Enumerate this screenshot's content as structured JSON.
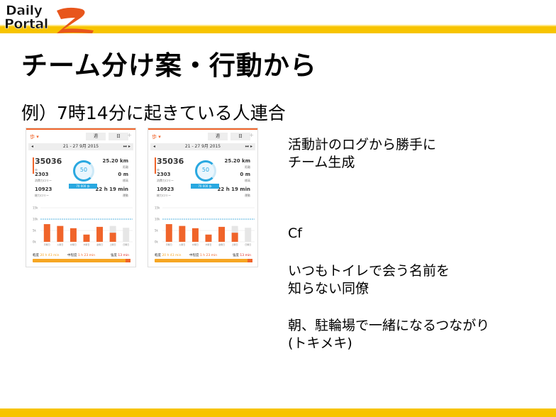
{
  "logo": {
    "line1": "Daily",
    "line2": "Portal",
    "mark": "Z"
  },
  "title": "チーム分け案・行動から",
  "subtitle": "例）7時14分に起きている人連合",
  "right_text": {
    "p1": [
      "活動計のログから勝手に",
      "チーム生成"
    ],
    "cf": "Cf",
    "p2": [
      "いつもトイレで会う名前を",
      "知らない同僚"
    ],
    "p3": [
      "朝、駐輪場で一緒になるつながり",
      "(トキメキ)"
    ]
  },
  "phone": {
    "header": "歩 ▾",
    "week_btn": "週",
    "day_btn": "日",
    "plus": "+",
    "date": "21 - 27 9月 2015",
    "prev": "◂",
    "next": "⏭ ▸",
    "steps": "35036",
    "steps_label": "歩",
    "calories_burned": "2303",
    "calories_burned_label": "消費カロリー",
    "calories_total": "10923",
    "calories_total_label": "総カロリー",
    "distance": "25.20 km",
    "distance_label": "距離",
    "elevation": "0 m",
    "elevation_label": "標高",
    "activity_time": "22 h 19 min",
    "activity_time_label": "運動",
    "percent": "50",
    "percent_unit": "%",
    "goal": "70 000 歩",
    "activity": {
      "light_label": "軽度",
      "light": "20 h 43 min",
      "moderate_label": "中程度",
      "moderate": "1 h 23 min",
      "intense_label": "強度",
      "intense": "13 min"
    },
    "colors": {
      "accent": "#f0642a",
      "blue": "#29a8e0",
      "light": "#f6a623"
    }
  },
  "chart_data": {
    "type": "bar",
    "categories": [
      "月曜日",
      "火曜日",
      "水曜日",
      "木曜日",
      "金曜日",
      "土曜日",
      "日曜日"
    ],
    "values": [
      7800,
      7000,
      6000,
      3200,
      6600,
      4000,
      null
    ],
    "background_values": [
      null,
      null,
      null,
      null,
      null,
      7000,
      6200
    ],
    "goal": 10000,
    "yticks": [
      "0k",
      "5k",
      "10k",
      "15k"
    ],
    "ylim": [
      0,
      15000
    ]
  }
}
